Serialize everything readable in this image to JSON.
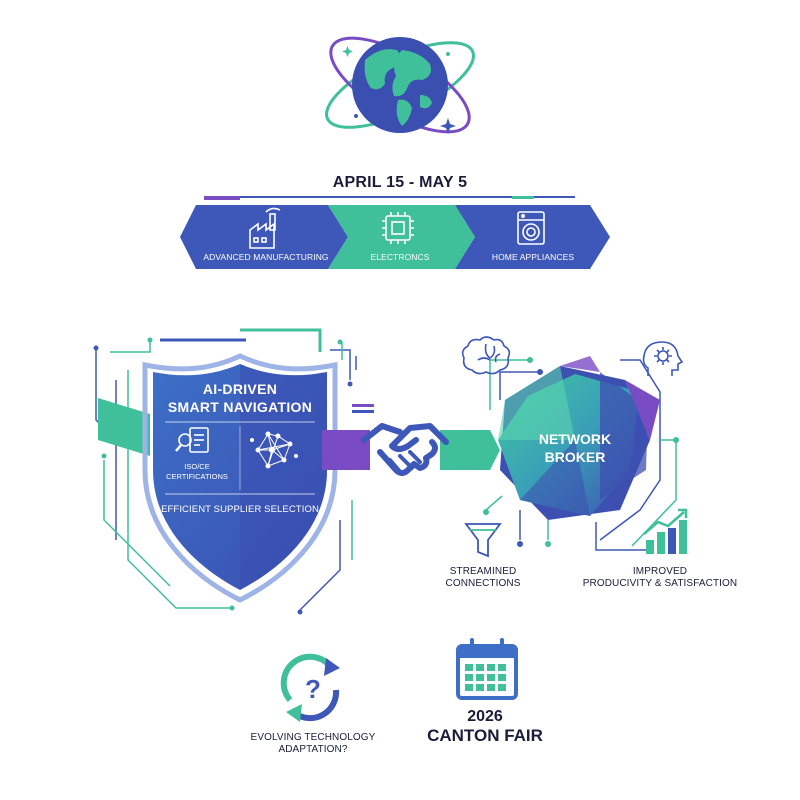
{
  "dates": "APRIL 15 - MAY 5",
  "banner": {
    "segments": [
      {
        "label": "ADVANCED MANUFACTURING",
        "icon": "factory-icon",
        "color": "#3d58b8"
      },
      {
        "label": "ELECTRONCS",
        "icon": "microchip-icon",
        "color": "#3fbf9a"
      },
      {
        "label": "HOME APPLIANCES",
        "icon": "washing-machine-icon",
        "color": "#3d58b8"
      }
    ]
  },
  "shield": {
    "title_line1": "AI-DRIVEN",
    "title_line2": "SMART NAVIGATION",
    "cert_line1": "ISO/CE",
    "cert_line2": "CERTIFICATIONS",
    "footer": "EFFICIENT SUPPLIER SELECTION"
  },
  "broker": {
    "line1": "NETWORK",
    "line2": "BROKER"
  },
  "outcomes": {
    "streamlined_line1": "STREAMINED",
    "streamlined_line2": "CONNECTIONS",
    "improved_line1": "IMPROVED",
    "improved_line2": "PRODUCIVITY & SATISFACTION"
  },
  "evolving": {
    "line1": "EVOLVING TECHNOLOGY",
    "line2": "ADAPTATION?"
  },
  "fair": {
    "year": "2026",
    "name": "CANTON FAIR"
  },
  "colors": {
    "blue": "#3d58b8",
    "teal": "#3fbf9a",
    "purple": "#7a4cc4",
    "dark": "#1a1d3a"
  }
}
